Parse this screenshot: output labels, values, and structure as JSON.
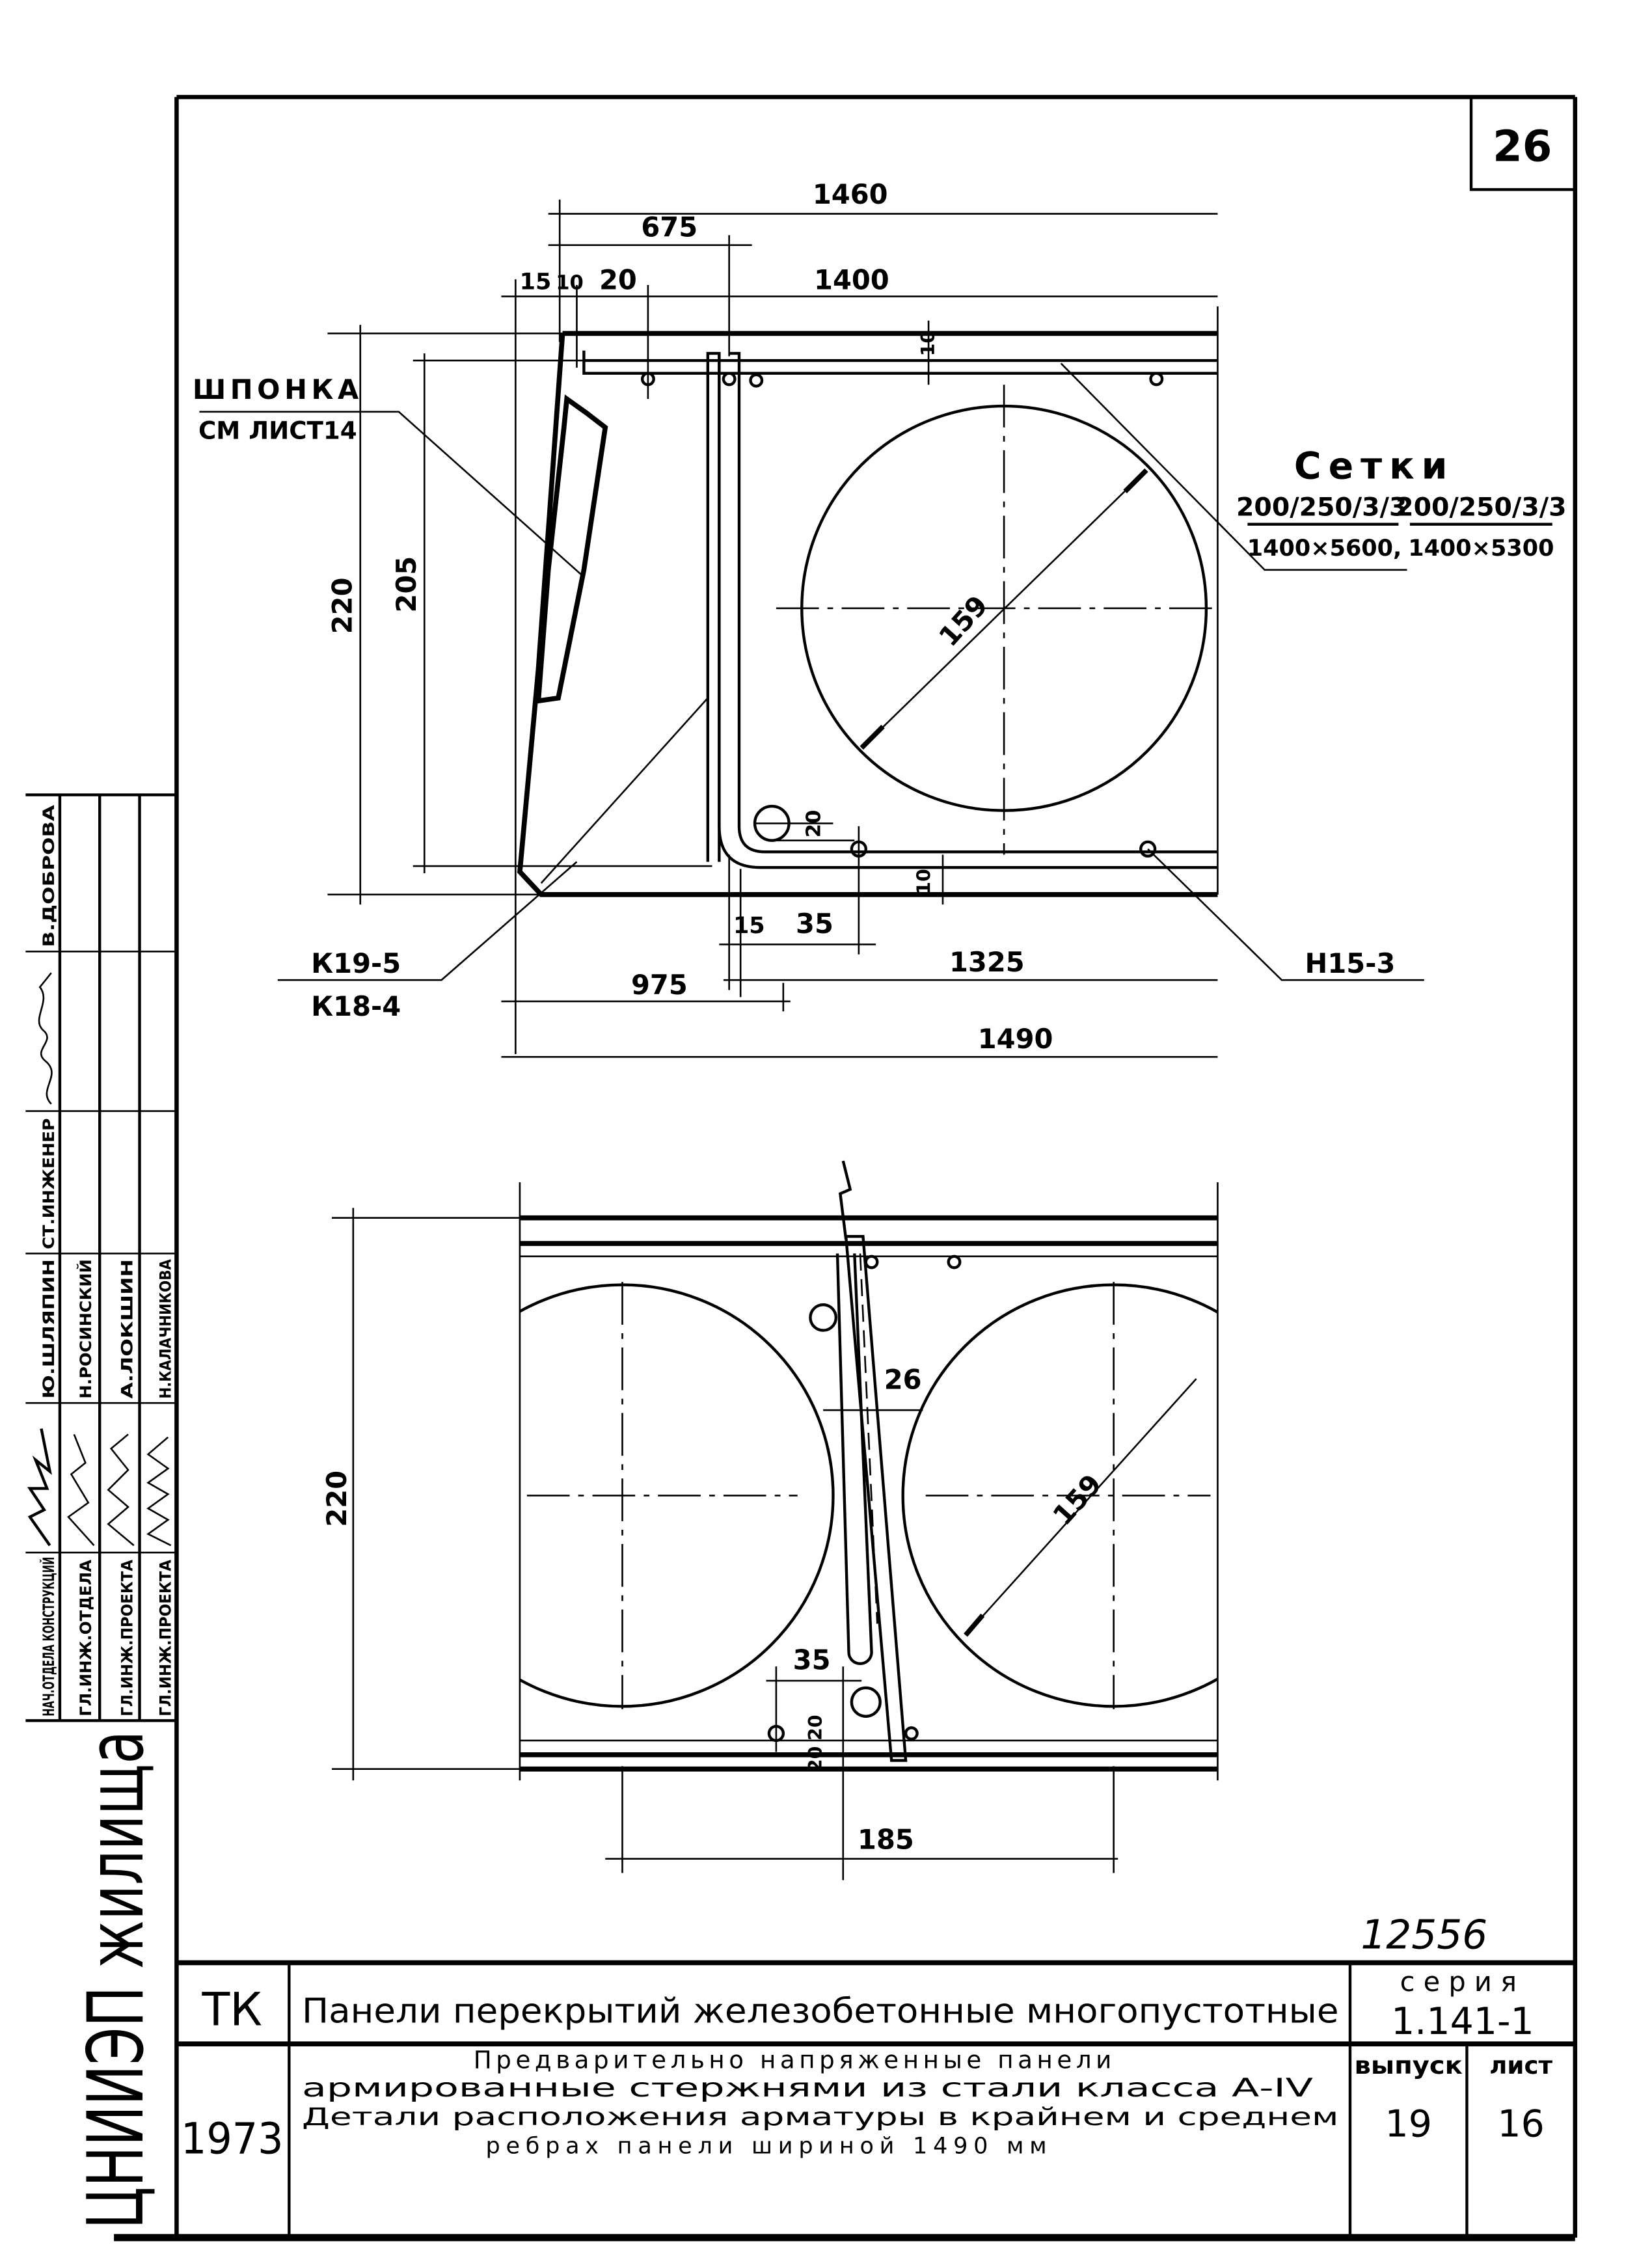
{
  "sheet_corner_number": "26",
  "archive_number": "12556",
  "organization": "ЦНИИЭП жилища",
  "stamp": {
    "columns": [
      {
        "role": "НАЧ.ОТДЕЛА КОНСТРУКЦИЙ",
        "name": "Ю.ШЛЯПИН",
        "role2": "СТ.ИНЖЕНЕР",
        "name2": "В.ДОБРОВА"
      },
      {
        "role": "ГЛ.ИНЖ.ОТДЕЛА",
        "name": "Н.РОСИНСКИЙ"
      },
      {
        "role": "ГЛ.ИНЖ.ПРОЕКТА",
        "name": "А.ЛОКШИН"
      },
      {
        "role": "ГЛ.ИНЖ.ПРОЕКТА",
        "name": "Н.КАЛАЧНИКОВА"
      }
    ]
  },
  "title_block": {
    "code": "ТК",
    "year": "1973",
    "title": "Панели перекрытий железобетонные многопустотные",
    "series_label": "серия",
    "series_value": "1.141-1",
    "issue_label": "выпуск",
    "issue_value": "19",
    "sheet_label": "лист",
    "sheet_value": "16",
    "subtitle_lines": [
      "Предварительно напряженные панели",
      "армированные стержнями из стали класса А-IV",
      "Детали расположения арматуры в крайнем и среднем",
      "ребрах панели шириной 1490 мм"
    ]
  },
  "top_detail": {
    "dimensions": {
      "d1460": "1460",
      "d675": "675",
      "d15": "15",
      "d10": "10",
      "d20": "20",
      "d1400": "1400",
      "d10_top": "10",
      "d220": "220",
      "d205": "205",
      "d159": "159",
      "d20_right": "20",
      "d10_bottom": "10",
      "d15_bottom": "15",
      "d35": "35",
      "d1325": "1325",
      "d975": "975",
      "d1490": "1490"
    },
    "labels": {
      "key": "ШПОНКА",
      "key_ref": "СМ ЛИСТ14",
      "mesh_title": "Сетки",
      "mesh1_top": "200/250/3/3",
      "mesh1_bottom": "1400×5600,",
      "mesh2_top": "200/250/3/3",
      "mesh2_bottom": "1400×5300",
      "frame1": "К19-5",
      "frame2": "К18-4",
      "bar": "Н15-3"
    }
  },
  "bottom_detail": {
    "dimensions": {
      "d220": "220",
      "d26": "26",
      "d159": "159",
      "d35": "35",
      "d20a": "20",
      "d20b": "20",
      "d185": "185"
    }
  }
}
